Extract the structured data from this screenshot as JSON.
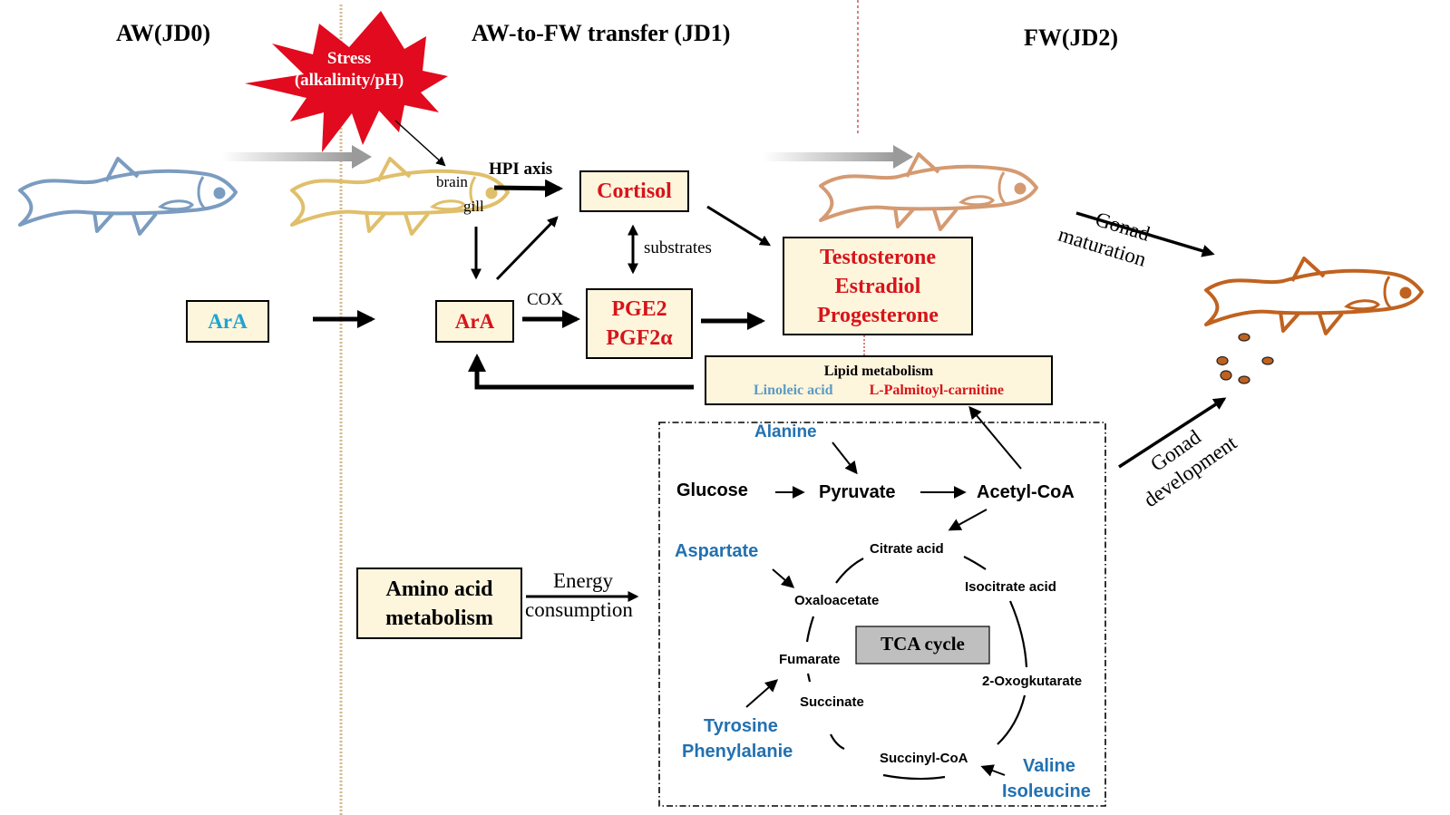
{
  "stages": {
    "aw": "AW(JD0)",
    "transfer": "AW-to-FW transfer (JD1)",
    "fw": "FW(JD2)"
  },
  "stress": {
    "line1": "Stress",
    "line2": "(alkalinity/pH)"
  },
  "fish_labels": {
    "brain": "brain",
    "gill": "gill"
  },
  "edges": {
    "hpi_axis": "HPI axis",
    "substrates": "substrates",
    "cox": "COX",
    "energy_line1": "Energy",
    "energy_line2": "consumption",
    "gonad_maturation_line1": "Gonad",
    "gonad_maturation_line2": "maturation",
    "gonad_development_line1": "Gonad",
    "gonad_development_line2": "development"
  },
  "boxes": {
    "ara_aw": "ArA",
    "ara_transfer": "ArA",
    "cortisol": "Cortisol",
    "prostaglandins": [
      "PGE2",
      "PGF2α"
    ],
    "steroids": [
      "Testosterone",
      "Estradiol",
      "Progesterone"
    ],
    "lipid": {
      "title": "Lipid metabolism",
      "down": "Linoleic acid",
      "up": "L-Palmitoyl-carnitine"
    },
    "amino_acid": [
      "Amino acid",
      "metabolism"
    ]
  },
  "energy_metabolism": {
    "glycolysis": [
      "Glucose",
      "Pyruvate",
      "Acetyl-CoA"
    ],
    "tca_label": "TCA cycle",
    "tca_intermediates": {
      "citrate": "Citrate acid",
      "isocitrate": "Isocitrate acid",
      "oxoglutarate": "2-Oxogkutarate",
      "succinyl_coa": "Succinyl-CoA",
      "succinate": "Succinate",
      "fumarate": "Fumarate",
      "oxaloacetate": "Oxaloacetate"
    },
    "amino_acids": {
      "alanine": "Alanine",
      "aspartate": "Aspartate",
      "tyrosine": "Tyrosine",
      "phenylalanine": "Phenylalanie",
      "valine": "Valine",
      "isoleucine": "Isoleucine"
    }
  },
  "colors": {
    "upregulated": "#d7141a",
    "downregulated": "#1fa3d3",
    "amino_acid_blue": "#2271b1",
    "box_fill": "#fdf5dc",
    "stress_red": "#e10a1e",
    "fish_aw": "#7b9cc0",
    "fish_transfer": "#e0bf6b",
    "fish_fw": "#d49a72",
    "fish_mature": "#c0621f",
    "tca_box": "#bfbfbf"
  }
}
